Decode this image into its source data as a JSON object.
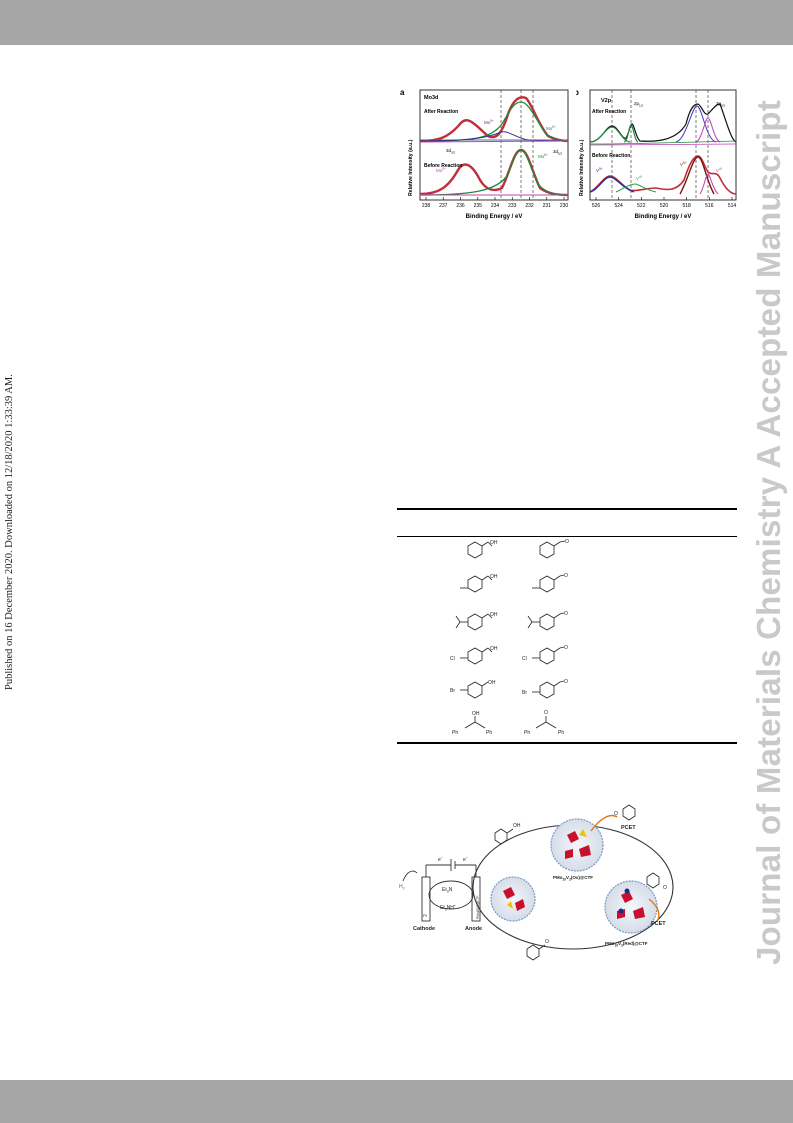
{
  "sidebar_note": "Published on 16 December 2020. Downloaded on 12/18/2020 1:33:39 AM.",
  "watermark": "Journal of Materials Chemistry A Accepted Manuscript",
  "xps": {
    "panel_a": {
      "letter": "a",
      "element": "Mo3d",
      "after_label": "After Reaction",
      "before_label": "Before Reaction",
      "ion_label": "Mo",
      "ion_charge_6": "6+",
      "ion_charge_5": "5+",
      "orbital_low": "3d",
      "orbital_low_sub": "3/2",
      "orbital_high": "3d",
      "orbital_high_sub": "5/2",
      "xlabel": "Binding Energy / eV",
      "ylabel": "Relative Intensity (a.u.)",
      "ticks": [
        "238",
        "237",
        "236",
        "235",
        "234",
        "233",
        "232",
        "231",
        "230"
      ]
    },
    "panel_b": {
      "letter": "b",
      "element": "V2p",
      "orbital_low": "2p",
      "orbital_low_sub": "1/2",
      "orbital_high": "2p",
      "orbital_high_sub": "3/2",
      "after_label": "After Reaction",
      "before_label": "Before Reaction",
      "ion_label": "V",
      "ion_charge_5": "5+",
      "ion_charge_4": "4+",
      "xlabel": "Binding Energy / eV",
      "ylabel": "Relative Intensity (a.u.)",
      "ticks": [
        "526",
        "524",
        "522",
        "520",
        "518",
        "516",
        "514"
      ]
    }
  },
  "table": {
    "substrate_labels": [
      "OH",
      "OH",
      "OH",
      "OH",
      "OH",
      "OH"
    ],
    "product_labels": [
      "O",
      "O",
      "O",
      "O",
      "O",
      "O"
    ],
    "cl": "Cl",
    "br": "Br",
    "ph": "Ph"
  },
  "scheme": {
    "electron": "e",
    "electron_sup": "−",
    "h2": "H",
    "h2_sub": "2",
    "et3n": "Et",
    "et3n_tail": "N",
    "et3nh_tail": "NH",
    "sub3": "3",
    "plus": "+",
    "pt": "Pt",
    "cathode": "Cathode",
    "anode": "Anode",
    "anode_electrode": "PMo10V2@CTF",
    "pcet": "PCET",
    "oh": "OH",
    "o": "O",
    "pm_prefix": "PMo",
    "pm_sub10": "10",
    "pm_v": "V",
    "pm_sub2": "2",
    "ox_suffix": "(Ox)@CTF",
    "red_suffix": "(Red)@CTF"
  }
}
